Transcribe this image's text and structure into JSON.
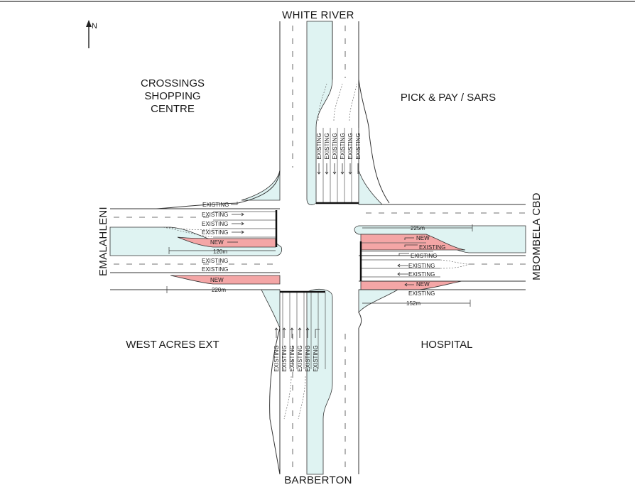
{
  "north_label": "N",
  "roads": {
    "north": "WHITE RIVER",
    "south": "BARBERTON",
    "west": "EMALAHLENI",
    "east": "MBOMBELA CBD"
  },
  "places": {
    "nw": [
      "CROSSINGS",
      "SHOPPING",
      "CENTRE"
    ],
    "ne": "PICK & PAY / SARS",
    "sw": "WEST ACRES EXT",
    "se": "HOSPITAL"
  },
  "lane_labels": {
    "west_outbound": [
      "EXISTING",
      "EXISTING",
      "EXISTING",
      "EXISTING",
      "NEW"
    ],
    "west_inbound": [
      "EXISTING",
      "EXISTING",
      "NEW"
    ],
    "east_inbound": [
      "NEW",
      "EXISTING",
      "EXISTING",
      "EXISTING",
      "EXISTING",
      "NEW",
      "EXISTING"
    ],
    "north_inbound": [
      "EXISTING",
      "EXISTING",
      "EXISTING",
      "EXISTING",
      "EXISTING",
      "EXISTING"
    ],
    "south_inbound": [
      "EXISTING",
      "EXISTING",
      "EXISTING",
      "EXISTING",
      "EXISTING",
      "EXISTING"
    ]
  },
  "dimensions": {
    "west_upper": "120m",
    "west_lower": "220m",
    "east_upper": "225m",
    "east_lower": "152m"
  },
  "colors": {
    "island": "#dff3f2",
    "new_lane": "#f4a6a6",
    "line": "#333333"
  }
}
